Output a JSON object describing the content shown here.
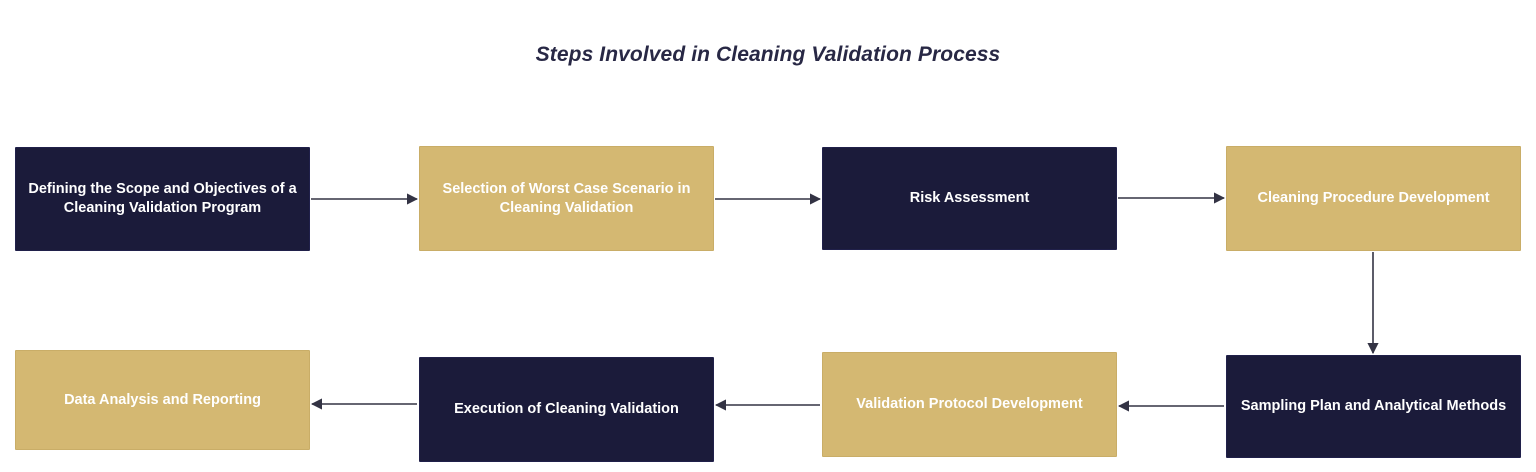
{
  "diagram": {
    "title": "Steps Involved in Cleaning Validation Process",
    "type": "flowchart",
    "colors": {
      "background": "#ffffff",
      "dark_node": "#1b1b3a",
      "accent_node": "#d4b872",
      "node_text": "#ffffff",
      "title_text": "#282845",
      "edge": "#333344"
    },
    "nodes": [
      {
        "id": "scope",
        "label": "Defining the Scope and Objectives of a Cleaning Validation Program",
        "style": "dark",
        "row": 1,
        "col": 1
      },
      {
        "id": "worst-case",
        "label": "Selection of Worst Case Scenario in Cleaning Validation",
        "style": "tan",
        "row": 1,
        "col": 2
      },
      {
        "id": "risk",
        "label": "Risk Assessment",
        "style": "dark",
        "row": 1,
        "col": 3
      },
      {
        "id": "procedure",
        "label": "Cleaning Procedure Development",
        "style": "tan",
        "row": 1,
        "col": 4
      },
      {
        "id": "sampling",
        "label": "Sampling Plan and Analytical Methods",
        "style": "dark",
        "row": 2,
        "col": 4
      },
      {
        "id": "protocol",
        "label": "Validation Protocol Development",
        "style": "tan",
        "row": 2,
        "col": 3
      },
      {
        "id": "execution",
        "label": "Execution of Cleaning Validation",
        "style": "dark",
        "row": 2,
        "col": 2
      },
      {
        "id": "data-analysis",
        "label": "Data Analysis and Reporting",
        "style": "tan",
        "row": 2,
        "col": 1
      }
    ],
    "edges": [
      {
        "from": "scope",
        "to": "worst-case",
        "direction": "right"
      },
      {
        "from": "worst-case",
        "to": "risk",
        "direction": "right"
      },
      {
        "from": "risk",
        "to": "procedure",
        "direction": "right"
      },
      {
        "from": "procedure",
        "to": "sampling",
        "direction": "down"
      },
      {
        "from": "sampling",
        "to": "protocol",
        "direction": "left"
      },
      {
        "from": "protocol",
        "to": "execution",
        "direction": "left"
      },
      {
        "from": "execution",
        "to": "data-analysis",
        "direction": "left"
      }
    ]
  }
}
